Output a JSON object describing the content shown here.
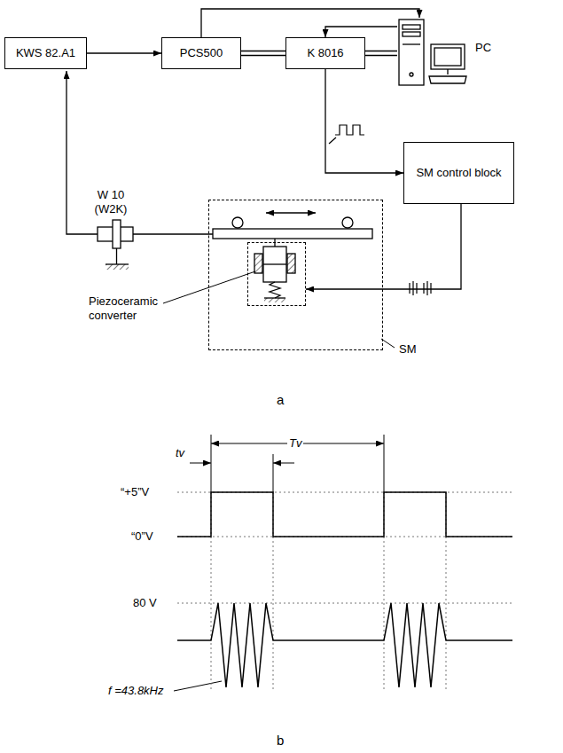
{
  "diagram": {
    "nodes": [
      {
        "text": [
          "KWS 82.A1"
        ]
      },
      {
        "text": [
          "PCS500"
        ]
      },
      {
        "text": [
          "K 8016"
        ]
      },
      {
        "text": [
          "PC"
        ]
      },
      {
        "text": [
          "SM control block"
        ]
      },
      {
        "text": [
          "SM"
        ]
      },
      {
        "text": [
          "Piezoceramic converter"
        ],
        "in": 5
      }
    ],
    "edges": [
      {
        "from": 0,
        "to": 1,
        "arrow": "to"
      },
      {
        "from": 1,
        "to": 2,
        "arrow": "none"
      },
      {
        "from": 1,
        "to": 3,
        "arrow": "to"
      },
      {
        "from": 2,
        "to": 3,
        "arrow": "none"
      },
      {
        "from": 3,
        "to": 2,
        "arrow": "to"
      },
      {
        "from": 2,
        "to": 4,
        "arrow": "to"
      },
      {
        "from": 4,
        "to": 6,
        "arrow": "to"
      }
    ],
    "labels": [
      "W 10 (W2K)",
      "a",
      "“+5”V",
      "“0”V",
      "80 V",
      "f =43.8kHz",
      "tv",
      "Tv",
      "b"
    ]
  }
}
